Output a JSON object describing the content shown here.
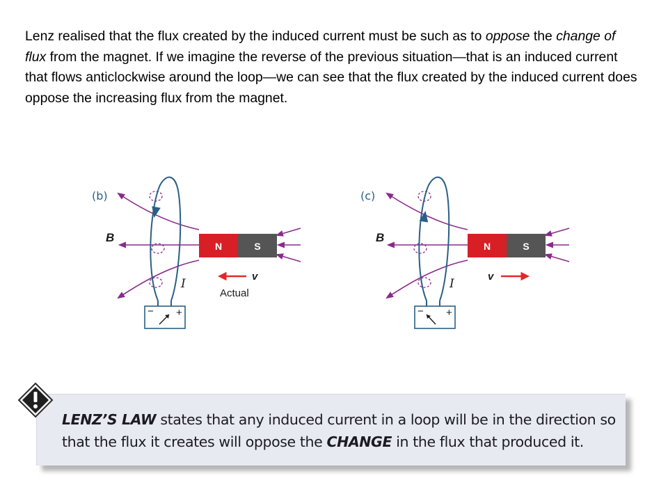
{
  "paragraph": {
    "s1": "Lenz realised that the flux created by the induced current must be such as to ",
    "s2": "oppose",
    "s3": " the ",
    "s4": "change of flux",
    "s5": " from the magnet. If we imagine the reverse of the previous situation—that is an induced current that flows anticlockwise around the loop—we can see that the flux created by the induced current does oppose the increasing flux from the magnet."
  },
  "figure_b": {
    "label": "(b)",
    "field_label": "B",
    "north": "N",
    "south": "S",
    "current_label": "I",
    "velocity_label": "v",
    "caption": "Actual",
    "minus": "−",
    "plus": "+"
  },
  "figure_c": {
    "label": "(c)",
    "field_label": "B",
    "north": "N",
    "south": "S",
    "current_label": "I",
    "velocity_label": "v",
    "minus": "−",
    "plus": "+"
  },
  "law": {
    "term": "LENZ’S LAW",
    "part1": " states that any induced current in a loop will be in the direction so that the flux it creates will oppose the ",
    "change": "CHANGE",
    "part2": " in the flux that produced it."
  },
  "colors": {
    "field_line": "#8a2a8c",
    "loop": "#2a5f86",
    "north": "#d81f26",
    "south": "#555555",
    "velocity_arrow": "#e02a2a",
    "law_box_bg": "#e8eaf1"
  },
  "icons": {
    "alert": "exclamation-diamond-icon"
  }
}
